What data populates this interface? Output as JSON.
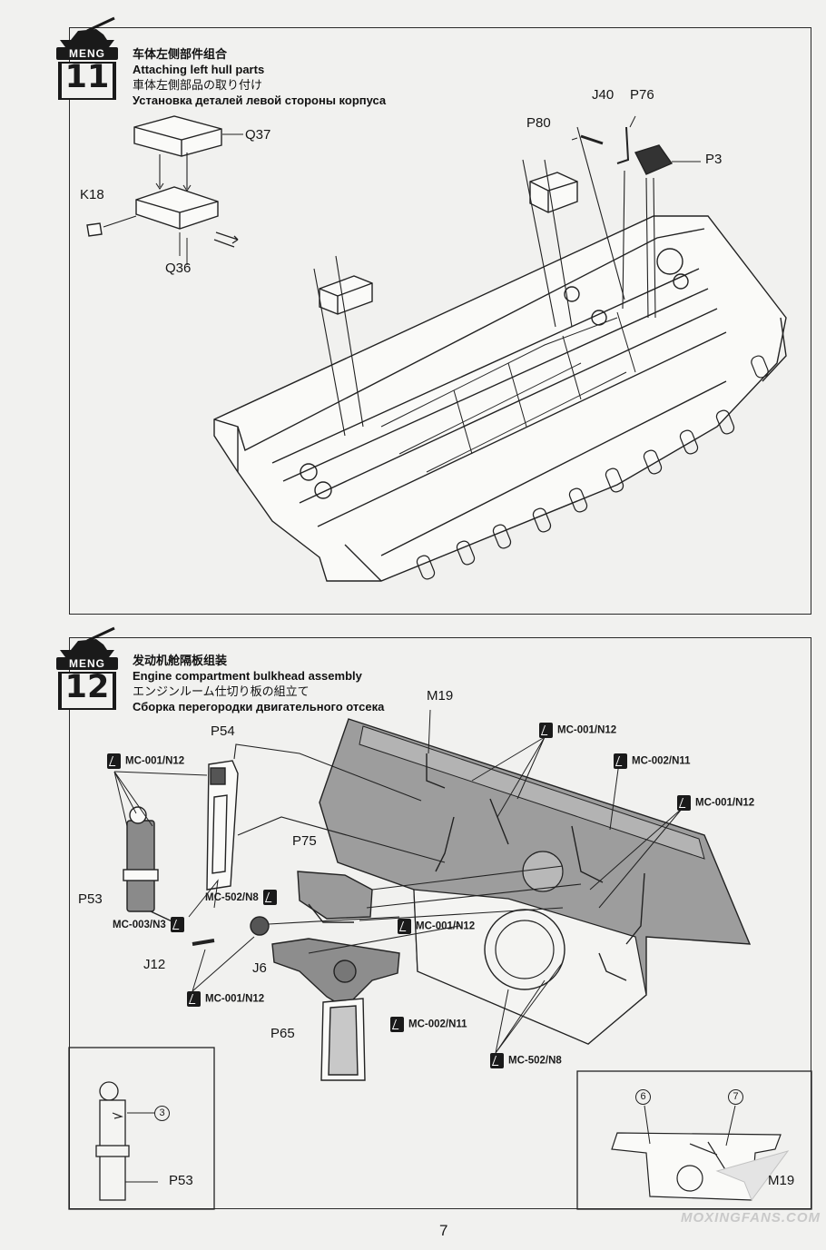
{
  "brand": "MENG",
  "step11": {
    "number": "11",
    "title_zh": "车体左侧部件组合",
    "title_en": "Attaching left hull parts",
    "title_jp": "車体左側部品の取り付け",
    "title_ru": "Установка деталей левой стороны корпуса",
    "parts": {
      "q37": "Q37",
      "k18": "K18",
      "q36": "Q36",
      "p80": "P80",
      "j40": "J40",
      "p76": "P76",
      "p3": "P3"
    }
  },
  "step12": {
    "number": "12",
    "title_zh": "发动机舱隔板组装",
    "title_en": "Engine compartment bulkhead assembly",
    "title_jp": "エンジンルーム仕切り板の組立て",
    "title_ru": "Сборка перегородки двигательного отсека",
    "parts": {
      "m19": "M19",
      "p54": "P54",
      "p75": "P75",
      "p53": "P53",
      "j12": "J12",
      "j6": "J6",
      "p65": "P65"
    },
    "paint_refs": {
      "r1": "MC-001/N12",
      "r2": "MC-001/N12",
      "r3": "MC-002/N11",
      "r4": "MC-001/N12",
      "r5": "MC-502/N8",
      "r6": "MC-003/N3",
      "r7": "MC-001/N12",
      "r8": "MC-001/N12",
      "r9": "MC-002/N11",
      "r10": "MC-502/N8"
    },
    "inset_left": {
      "callout": "3",
      "part": "P53"
    },
    "inset_right": {
      "callout_a": "6",
      "callout_b": "7",
      "part": "M19"
    }
  },
  "page_number": "7",
  "watermark": "MOXINGFANS.COM"
}
